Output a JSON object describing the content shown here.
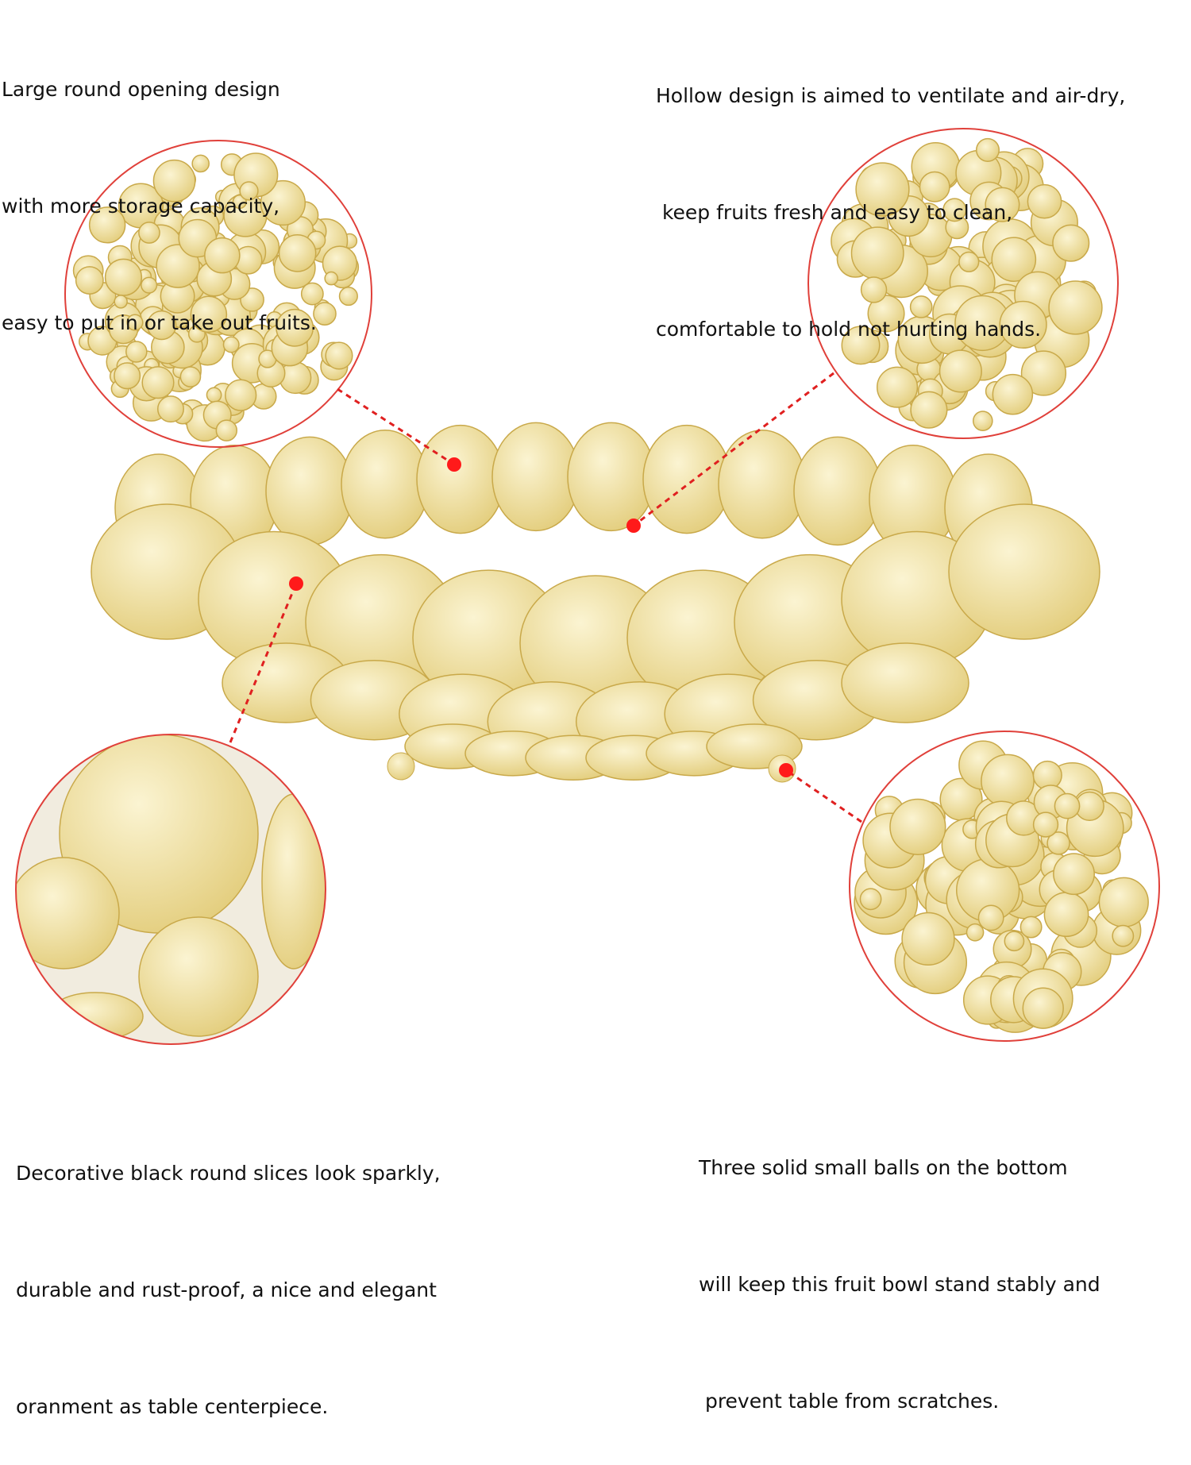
{
  "captions": {
    "top_left": [
      "Large round opening design",
      "with more storage capacity,",
      "easy to put in or take out fruits."
    ],
    "top_right": [
      "Hollow design is aimed to ventilate and air-dry,",
      " keep fruits fresh and easy to clean,",
      "comfortable to hold not hurting hands."
    ],
    "bottom_left": [
      "Decorative black round slices look sparkly,",
      "durable and rust-proof, a nice and elegant",
      "oranment as table centerpiece."
    ],
    "bottom_right": [
      "Three solid small balls on the bottom",
      "will keep this fruit bowl stand stably and",
      " prevent table from scratches."
    ]
  },
  "colors": {
    "gold": "#e9d68f",
    "gold_light": "#f7efc6",
    "gold_edge": "#c9a94a",
    "callout_ring": "#e0403a",
    "marker": "#ff1a1a"
  },
  "images": {
    "main": "gold-circle-fruit-bowl",
    "detail_top_left": "bowl-top-view-zoom",
    "detail_top_right": "bowl-side-hollow-zoom",
    "detail_bottom_left": "round-slices-closeup",
    "detail_bottom_right": "bottom-ball-feet-zoom"
  }
}
